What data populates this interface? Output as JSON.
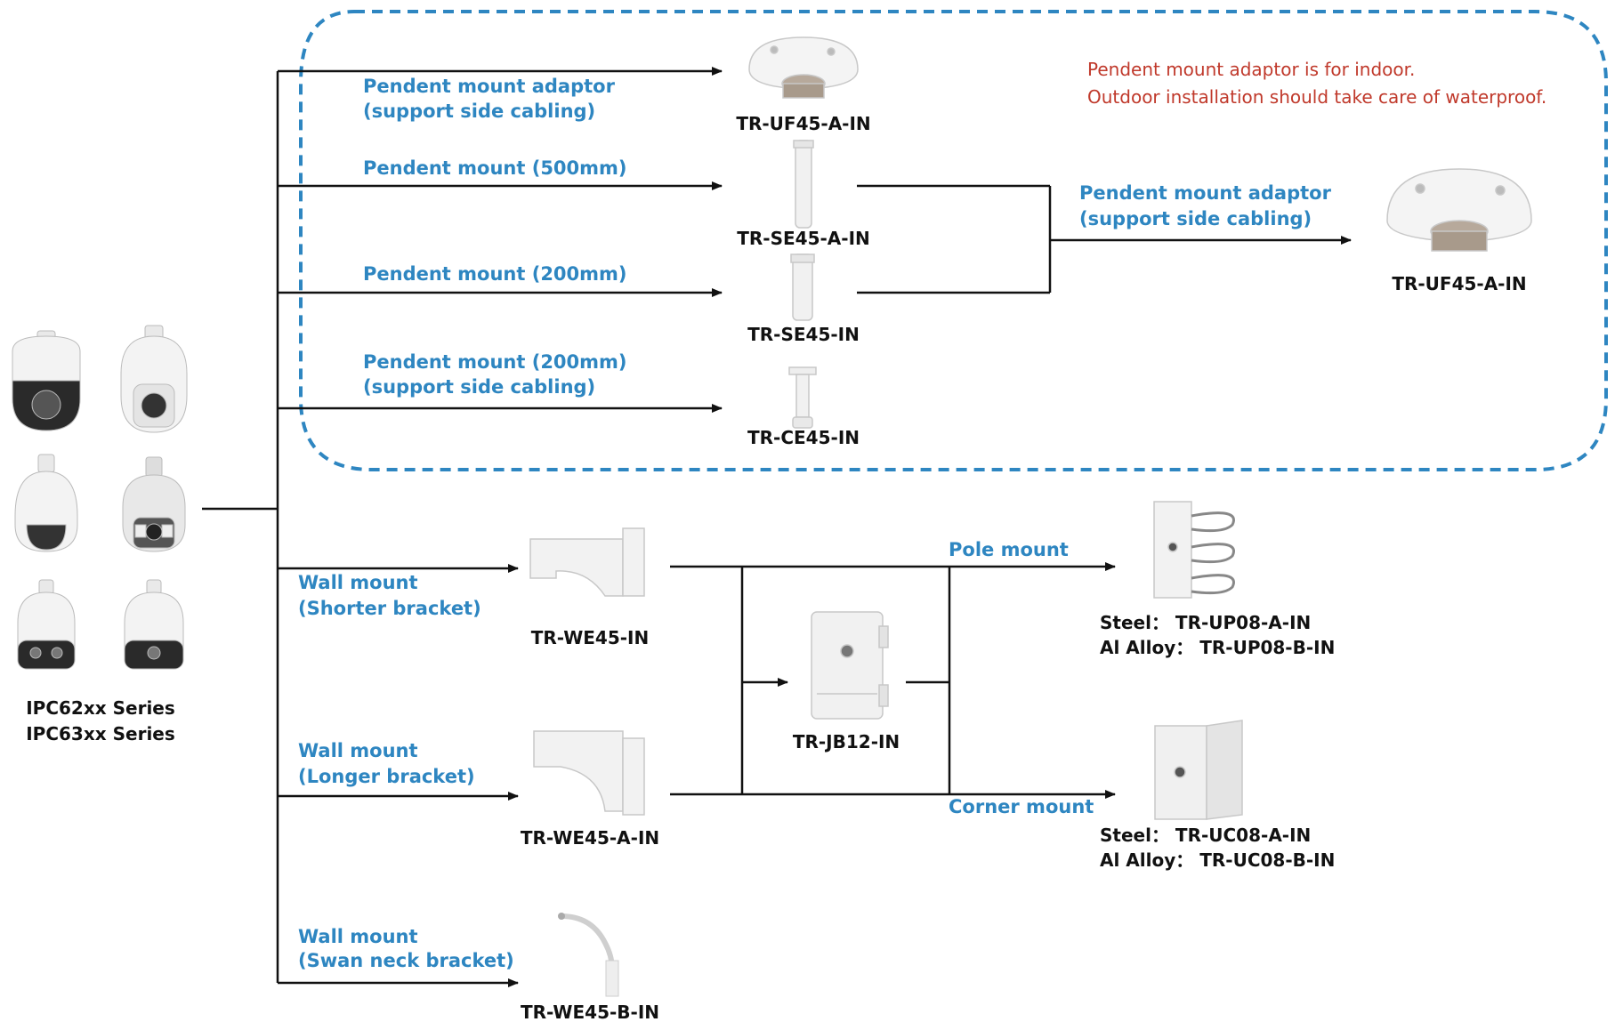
{
  "colors": {
    "accent": "#2E86C1",
    "note": "#C0392B",
    "line": "#111111"
  },
  "camera_series": [
    "IPC62xx Series",
    "IPC63xx Series"
  ],
  "note": [
    "Pendent  mount adaptor is for indoor.",
    "Outdoor installation should take care of waterproof."
  ],
  "pendent": {
    "adaptor_label": [
      "Pendent  mount adaptor",
      "(support side cabling)"
    ],
    "adaptor_model": "TR-UF45-A-IN",
    "m500_label": "Pendent  mount (500mm)",
    "m500_model": "TR-SE45-A-IN",
    "m200_label": "Pendent  mount (200mm)",
    "m200_model": "TR-SE45-IN",
    "m200side_label": [
      "Pendent  mount (200mm)",
      "(support side cabling)"
    ],
    "m200side_model": "TR-CE45-IN",
    "right_adaptor_label": [
      "Pendent  mount adaptor",
      "(support side cabling)"
    ],
    "right_adaptor_model": "TR-UF45-A-IN"
  },
  "wall": {
    "short_label": [
      "Wall mount",
      "(Shorter bracket)"
    ],
    "short_model": "TR-WE45-IN",
    "long_label": [
      "Wall mount",
      "(Longer bracket)"
    ],
    "long_model": "TR-WE45-A-IN",
    "swan_label": [
      "Wall mount",
      "(Swan neck bracket)"
    ],
    "swan_model": "TR-WE45-B-IN",
    "junction_model": "TR-JB12-IN"
  },
  "pole": {
    "label": "Pole mount",
    "steel": {
      "material": "Steel",
      "sep": "：",
      "model": "TR-UP08-A-IN"
    },
    "alloy": {
      "material": "Al Alloy",
      "sep": "：",
      "model": "TR-UP08-B-IN"
    }
  },
  "corner": {
    "label": "Corner mount",
    "steel": {
      "material": "Steel",
      "sep": "：",
      "model": "TR-UC08-A-IN"
    },
    "alloy": {
      "material": "Al Alloy",
      "sep": "：",
      "model": "TR-UC08-B-IN"
    }
  }
}
